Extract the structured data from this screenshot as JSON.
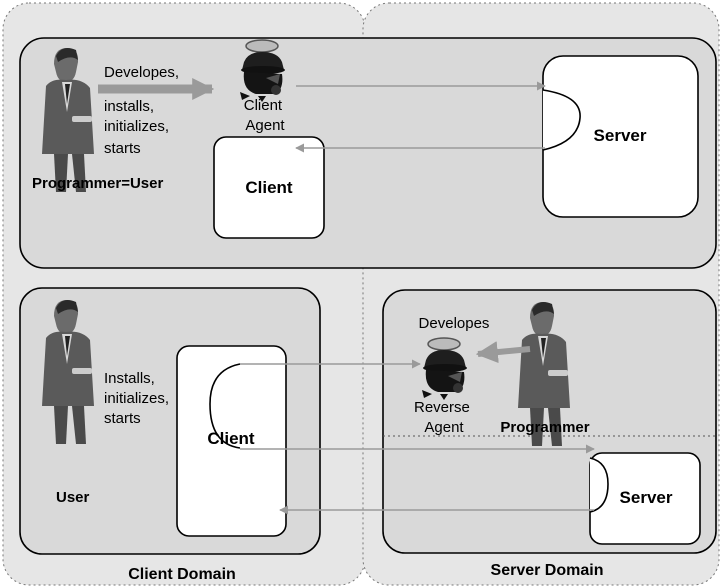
{
  "colors": {
    "domain_fill": "#e6e6e6",
    "panel_fill": "#d9d9d9",
    "box_fill": "#ffffff",
    "arrow": "#9a9a9a",
    "border": "#000000"
  },
  "top_panel": {
    "action_lines": [
      "Developes,",
      "installs,",
      "initializes,",
      "starts"
    ],
    "actor_label": "Programmer=User",
    "agent_label_lines": [
      "Client",
      "Agent"
    ],
    "client_label": "Client",
    "server_label": "Server"
  },
  "client_panel": {
    "action_lines": [
      "Installs,",
      "initializes,",
      "starts"
    ],
    "actor_label": "User",
    "client_label": "Client",
    "domain_label": "Client Domain"
  },
  "server_panel": {
    "develop_label": "Developes",
    "agent_label_lines": [
      "Reverse",
      "Agent"
    ],
    "actor_label": "Programmer",
    "server_label": "Server",
    "domain_label": "Server Domain"
  },
  "icons": {
    "person": "businessman-icon",
    "agent": "spy-agent-icon"
  }
}
